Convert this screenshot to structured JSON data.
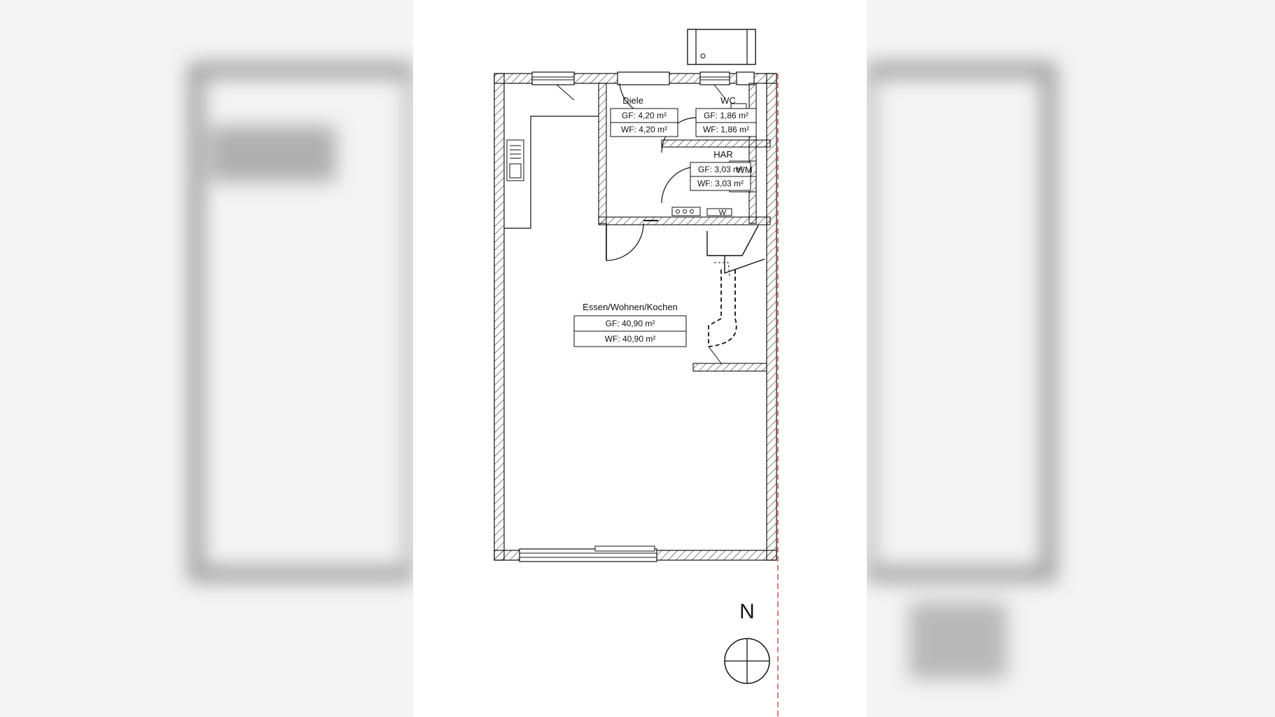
{
  "rooms": {
    "main": {
      "name": "Essen/Wohnen/Kochen",
      "gf": "GF: 40,90 m²",
      "wf": "WF: 40,90 m²"
    },
    "diele": {
      "name": "Diele",
      "gf": "GF: 4,20 m²",
      "wf": "WF: 4,20 m²"
    },
    "wc": {
      "name": "WC",
      "gf": "GF: 1,86 m²",
      "wf": "WF: 1,86 m²"
    },
    "har": {
      "name": "HAR",
      "gf": "GF: 3,03 m²",
      "wf": "WF: 3,03 m²"
    }
  },
  "appliances": {
    "washing_machine": "WM",
    "wm_small": "W"
  },
  "north_arrow": {
    "label": "N"
  },
  "colors": {
    "line": "#111111",
    "hatch": "#333333",
    "blur_bg": "#f4f4f4",
    "property_line": "#c0392b"
  }
}
